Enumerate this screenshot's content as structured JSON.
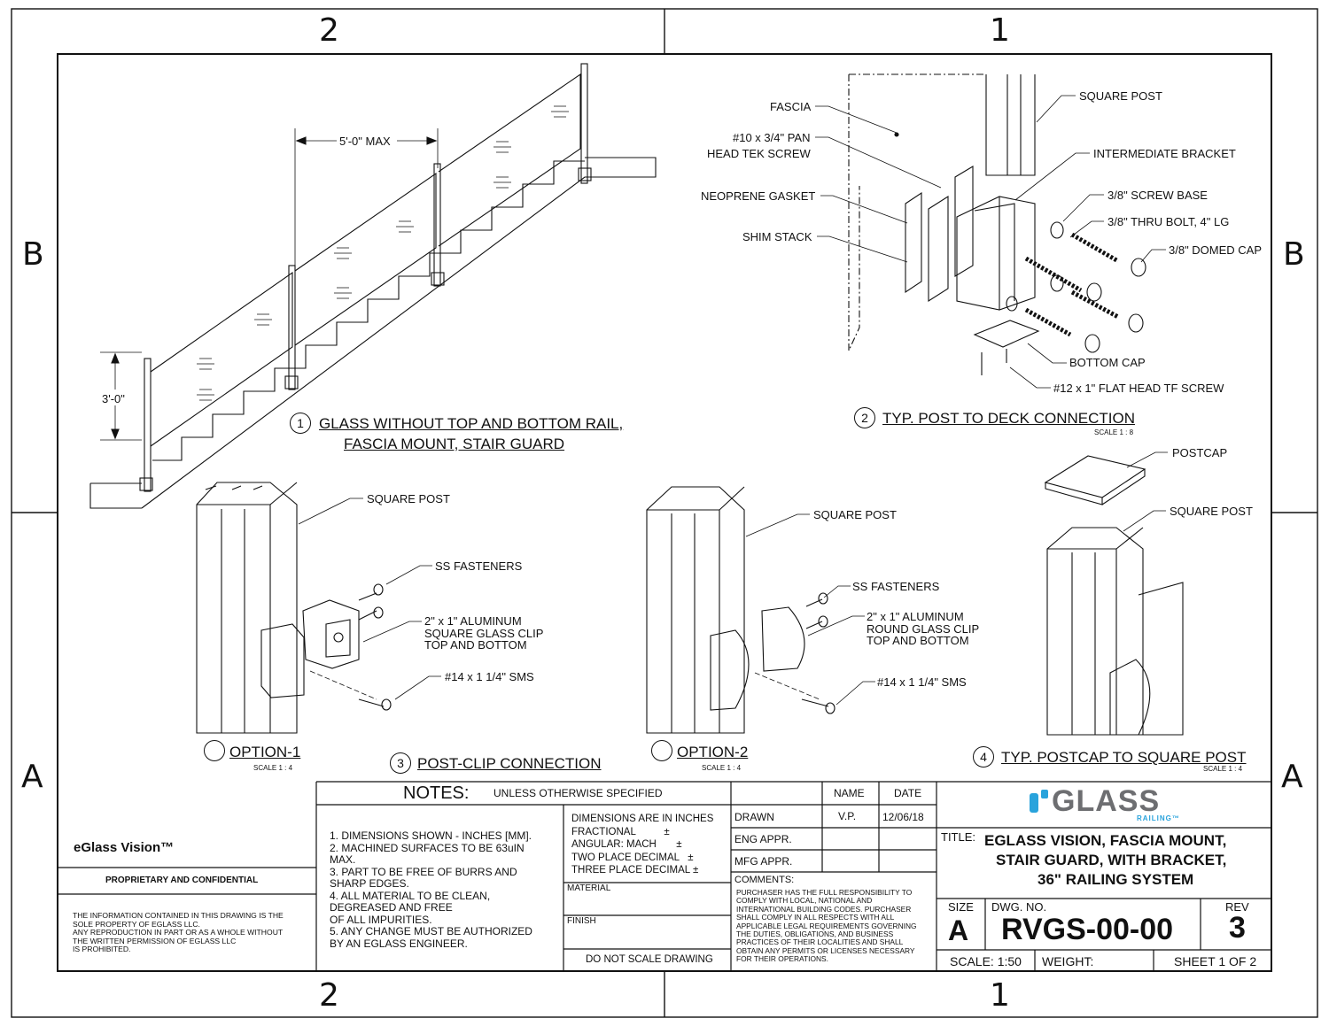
{
  "zones": {
    "top_left": "2",
    "top_right": "1",
    "left_upper": "B",
    "right_upper": "B",
    "left_lower": "A",
    "right_lower": "A",
    "bottom_left": "2",
    "bottom_right": "1"
  },
  "view1": {
    "number": "1",
    "title_line1": "GLASS WITHOUT TOP AND BOTTOM RAIL,",
    "title_line2": "FASCIA MOUNT, STAIR GUARD",
    "dim_span": "5'-0\" MAX",
    "dim_height": "3'-0\""
  },
  "view2": {
    "number": "2",
    "title": "TYP. POST TO DECK CONNECTION",
    "scale": "SCALE 1 : 8",
    "labels": {
      "fascia": "FASCIA",
      "pan_screw_1": "#10 x 3/4\" PAN",
      "pan_screw_2": "HEAD TEK SCREW",
      "gasket": "NEOPRENE GASKET",
      "shim": "SHIM STACK",
      "square_post": "SQUARE POST",
      "intermediate": "INTERMEDIATE BRACKET",
      "screw_base": "3/8\" SCREW BASE",
      "thru_bolt": "3/8\" THRU BOLT, 4\" LG",
      "domed_cap": "3/8\" DOMED CAP",
      "bottom_cap": "BOTTOM CAP",
      "flat_screw": "#12 x 1\" FLAT HEAD TF SCREW"
    }
  },
  "view3": {
    "number": "3",
    "title": "POST-CLIP CONNECTION",
    "option1": {
      "title": "OPTION-1",
      "scale": "SCALE 1 : 4",
      "square_post": "SQUARE POST",
      "fasteners": "SS FASTENERS",
      "clip_1": "2\" x 1\" ALUMINUM",
      "clip_2": "SQUARE GLASS CLIP",
      "clip_3": "TOP AND BOTTOM",
      "sms": "#14 x 1 1/4\" SMS"
    },
    "option2": {
      "title": "OPTION-2",
      "scale": "SCALE 1 : 4",
      "square_post": "SQUARE POST",
      "fasteners": "SS FASTENERS",
      "clip_1": "2\" x 1\" ALUMINUM",
      "clip_2": "ROUND GLASS CLIP",
      "clip_3": "TOP AND BOTTOM",
      "sms": "#14 x 1 1/4\" SMS"
    }
  },
  "view4": {
    "number": "4",
    "title": "TYP. POSTCAP TO SQUARE POST",
    "scale": "SCALE 1 : 4",
    "postcap": "POSTCAP",
    "square_post": "SQUARE POST"
  },
  "title_block": {
    "product": "eGlass Vision™",
    "proprietary": "PROPRIETARY AND CONFIDENTIAL",
    "disclaimer": "THE INFORMATION CONTAINED IN THIS DRAWING IS THE\nSOLE PROPERTY OF EGLASS LLC.\nANY REPRODUCTION IN PART OR AS A WHOLE WITHOUT\nTHE WRITTEN PERMISSION OF EGLASS LLC\nIS PROHIBITED.",
    "notes_heading": "NOTES:",
    "notes_sub": "UNLESS OTHERWISE SPECIFIED",
    "notes": "1. DIMENSIONS SHOWN - INCHES [MM].\n2. MACHINED SURFACES TO BE 63uIN\nMAX.\n3. PART TO BE FREE OF BURRS AND\nSHARP EDGES.\n4. ALL MATERIAL TO BE CLEAN,\nDEGREASED AND FREE\nOF ALL IMPURITIES.\n5. ANY CHANGE MUST BE AUTHORIZED\nBY AN EGLASS ENGINEER.",
    "tolerances": "DIMENSIONS ARE IN INCHES\nFRACTIONAL          ±\nANGULAR: MACH       ±\nTWO PLACE DECIMAL   ±\nTHREE PLACE DECIMAL ±",
    "material": "MATERIAL",
    "finish": "FINISH",
    "do_not_scale": "DO NOT SCALE DRAWING",
    "col_name": "NAME",
    "col_date": "DATE",
    "drawn": "DRAWN",
    "drawn_name": "V.P.",
    "drawn_date": "12/06/18",
    "eng_appr": "ENG APPR.",
    "mfg_appr": "MFG APPR.",
    "comments": "COMMENTS:",
    "comments_text": "PURCHASER HAS THE FULL RESPONSIBILITY TO\nCOMPLY WITH LOCAL, NATIONAL AND\nINTERNATIONAL BUILDING CODES. PURCHASER\nSHALL COMPLY IN ALL RESPECTS WITH ALL\nAPPLICABLE LEGAL REQUIREMENTS GOVERNING\nTHE DUTIES, OBLIGATIONS, AND BUSINESS\nPRACTICES OF THEIR LOCALITIES AND SHALL\nOBTAIN ANY PERMITS OR LICENSES NECESSARY\nFOR THEIR OPERATIONS.",
    "logo_main": "GLASS",
    "logo_sub": "RAILING™",
    "title_label": "TITLE:",
    "title_1": "EGLASS VISION, FASCIA MOUNT,",
    "title_2": "STAIR GUARD, WITH BRACKET,",
    "title_3": "36\" RAILING SYSTEM",
    "size_label": "SIZE",
    "size": "A",
    "dwg_label": "DWG.  NO.",
    "dwg_no": "RVGS-00-00",
    "rev_label": "REV",
    "rev": "3",
    "scale": "SCALE: 1:50",
    "weight": "WEIGHT:",
    "sheet": "SHEET 1 OF 2"
  },
  "colors": {
    "ink": "#111111",
    "logo_blue": "#29a3dc",
    "logo_gray": "#6d6e71"
  }
}
